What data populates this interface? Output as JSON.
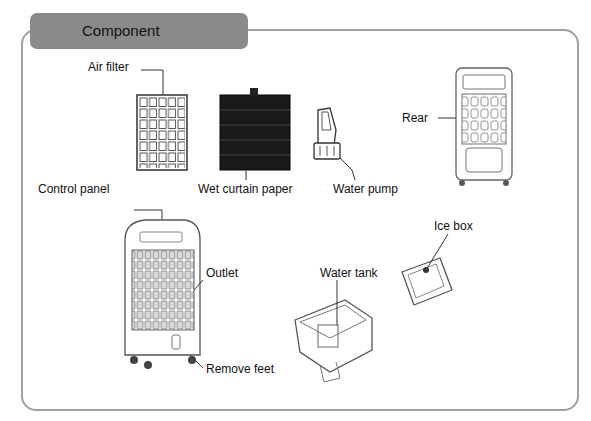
{
  "diagram": {
    "title": "Component",
    "labels": [
      "Air filter",
      "Wet curtain paper",
      "Water pump",
      "Rear",
      "Control panel",
      "Outlet",
      "Water tank",
      "Ice box",
      "Remove feet"
    ]
  }
}
